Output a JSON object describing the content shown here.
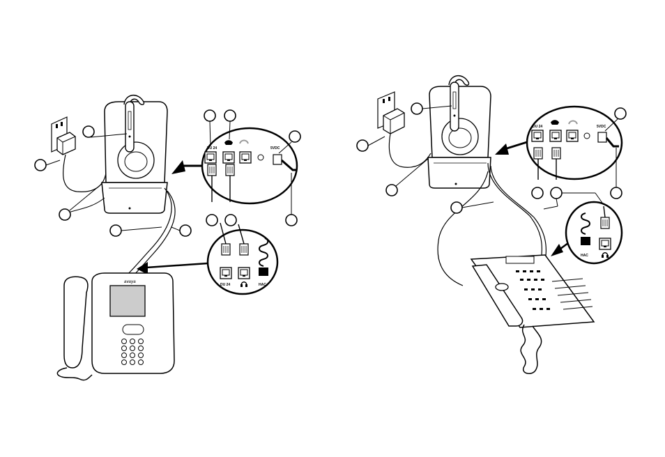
{
  "left_setup": {
    "port_labels": {
      "du24": "DU 24",
      "dc": "5VDC"
    },
    "phone_port_labels": {
      "du24": "DU 24",
      "hac": "HAC"
    },
    "phone_brand": "avaya"
  },
  "right_setup": {
    "port_labels": {
      "du24": "DU 24",
      "dc": "5VDC"
    },
    "phone_port_labels": {
      "hac": "HAC"
    }
  },
  "icons": [
    "wall-outlet-icon",
    "power-adapter-icon",
    "headset-icon",
    "telephone-icon",
    "handset-icon",
    "headphone-icon",
    "modular-plug-icon",
    "coiled-cord-icon"
  ],
  "colors": {
    "line": "#000000",
    "background": "#ffffff",
    "callout_fill": "#ffffff"
  }
}
